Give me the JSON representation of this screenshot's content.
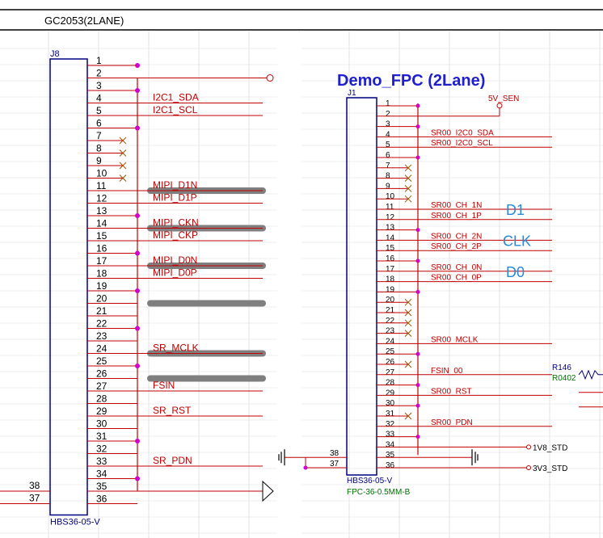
{
  "header": {
    "title": "GC2053(2LANE)"
  },
  "left": {
    "ref": "J8",
    "part": "HBS36-05-V",
    "pins": [
      "1",
      "2",
      "3",
      "4",
      "5",
      "6",
      "7",
      "8",
      "9",
      "10",
      "11",
      "12",
      "13",
      "14",
      "15",
      "16",
      "17",
      "18",
      "19",
      "20",
      "21",
      "22",
      "23",
      "24",
      "25",
      "26",
      "27",
      "28",
      "29",
      "30",
      "31",
      "32",
      "33",
      "34",
      "35",
      "36"
    ],
    "ground_pins": [
      "1",
      "3",
      "6",
      "11",
      "13",
      "16",
      "19",
      "22",
      "25",
      "31",
      "34"
    ],
    "nc_pins": [
      "7",
      "8",
      "9",
      "10"
    ],
    "extra_pins": [
      "38",
      "37"
    ],
    "nets": [
      {
        "pin": "4",
        "label": "I2C1_SDA"
      },
      {
        "pin": "5",
        "label": "I2C1_SCL"
      },
      {
        "pin": "11",
        "label": "MIPI_D1N"
      },
      {
        "pin": "12",
        "label": "MIPI_D1P"
      },
      {
        "pin": "14",
        "label": "MIPI_CKN"
      },
      {
        "pin": "15",
        "label": "MIPI_CKP"
      },
      {
        "pin": "17",
        "label": "MIPI_D0N"
      },
      {
        "pin": "18",
        "label": "MIPI_D0P"
      },
      {
        "pin": "24",
        "label": "SR_MCLK"
      },
      {
        "pin": "27",
        "label": "FSIN"
      },
      {
        "pin": "29",
        "label": "SR_RST"
      },
      {
        "pin": "33",
        "label": "SR_PDN"
      }
    ],
    "highlighted_pins": [
      "11",
      "14",
      "17",
      "20",
      "24",
      "26"
    ]
  },
  "right": {
    "title": "Demo_FPC  (2Lane)",
    "ref": "J1",
    "part": "HBS36-05-V",
    "footprint": "FPC-36-0.5MM-B",
    "pins": [
      "1",
      "2",
      "3",
      "4",
      "5",
      "6",
      "7",
      "8",
      "9",
      "10",
      "11",
      "12",
      "13",
      "14",
      "15",
      "16",
      "17",
      "18",
      "19",
      "20",
      "21",
      "22",
      "23",
      "24",
      "25",
      "26",
      "27",
      "28",
      "29",
      "30",
      "31",
      "32",
      "33",
      "34",
      "35",
      "36"
    ],
    "power_label": "5V_SEN",
    "ground_pins": [
      "1",
      "3",
      "6",
      "11",
      "13",
      "16",
      "19",
      "25",
      "28",
      "30",
      "33"
    ],
    "nc_pins": [
      "7",
      "8",
      "9",
      "10",
      "20",
      "21",
      "22",
      "23",
      "26",
      "31"
    ],
    "extra_pins": [
      "38",
      "37"
    ],
    "nets": [
      {
        "pin": "4",
        "label": "SR00_I2C0_SDA"
      },
      {
        "pin": "5",
        "label": "SR00_I2C0_SCL"
      },
      {
        "pin": "11",
        "label": "SR00_CH_1N"
      },
      {
        "pin": "12",
        "label": "SR00_CH_1P"
      },
      {
        "pin": "14",
        "label": "SR00_CH_2N"
      },
      {
        "pin": "15",
        "label": "SR00_CH_2P"
      },
      {
        "pin": "17",
        "label": "SR00_CH_0N"
      },
      {
        "pin": "18",
        "label": "SR00_CH_0P"
      },
      {
        "pin": "24",
        "label": "SR00_MCLK"
      },
      {
        "pin": "27",
        "label": "FSIN_00"
      },
      {
        "pin": "29",
        "label": "SR00_RST"
      },
      {
        "pin": "32",
        "label": "SR00_PDN"
      }
    ],
    "lane_notes": [
      {
        "pin": "11",
        "text": "D1"
      },
      {
        "pin": "14",
        "text": "CLK"
      },
      {
        "pin": "17",
        "text": "D0"
      }
    ],
    "rail_1v8": "1V8_STD",
    "rail_3v3": "3V3_STD",
    "resistor_ref": "R146",
    "resistor_pkg": "R0402"
  },
  "colors": {
    "wire": "#c00000",
    "net_text": "#c00000",
    "body": "#000080",
    "title": "#1f1fcf",
    "note": "#2a8ad8",
    "pkg": "#007000",
    "highlight": "#7f7f7f"
  }
}
